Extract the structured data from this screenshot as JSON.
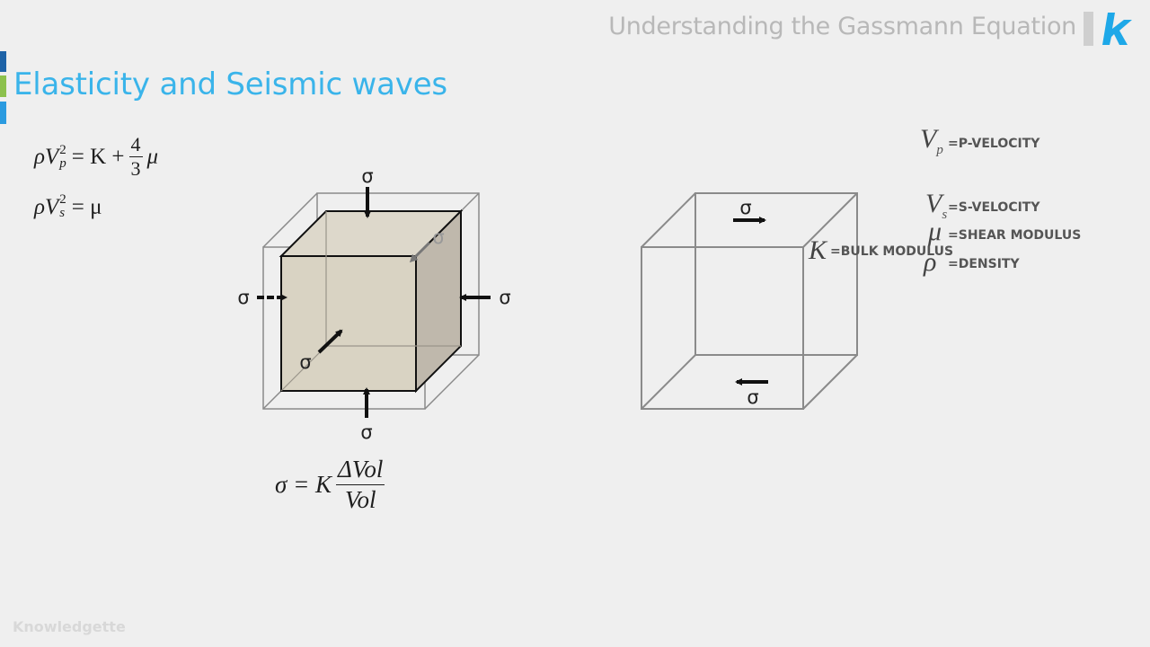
{
  "header": {
    "title": "Understanding the Gassmann Equation",
    "logo_letter": "k",
    "logo_color": "#1ea8e8"
  },
  "slide": {
    "title": "Elasticity and Seismic waves",
    "title_color": "#3ab4ea"
  },
  "equations": {
    "p_wave": {
      "lhs_rho": "ρ",
      "lhs_v": "V",
      "lhs_sup": "2",
      "lhs_sub": "p",
      "rhs": "= K +",
      "frac_num": "4",
      "frac_den": "3",
      "rhs_tail": "μ"
    },
    "s_wave": {
      "lhs_rho": "ρ",
      "lhs_v": "V",
      "lhs_sup": "2",
      "lhs_sub": "s",
      "rhs": "= μ"
    },
    "bulk": {
      "lhs": "σ = K",
      "frac_num": "ΔVol",
      "frac_den": "Vol"
    }
  },
  "diagram": {
    "stress_symbol": "σ",
    "compression_cube_fill": "#d9d3c3",
    "compression_cube_side_fill": "#c3bcae"
  },
  "legend": [
    {
      "symbol": "V",
      "sub": "p",
      "text": "=P-VELOCITY"
    },
    {
      "symbol": "V",
      "sub": "s",
      "text": "=S-VELOCITY"
    },
    {
      "symbol": "μ",
      "sub": "",
      "text": "=SHEAR MODULUS"
    },
    {
      "symbol": "K",
      "sub": "",
      "text": "=BULK MODULUS"
    },
    {
      "symbol": "ρ",
      "sub": "",
      "text": "=DENSITY"
    }
  ],
  "footer": {
    "brand": "Knowledgette"
  }
}
